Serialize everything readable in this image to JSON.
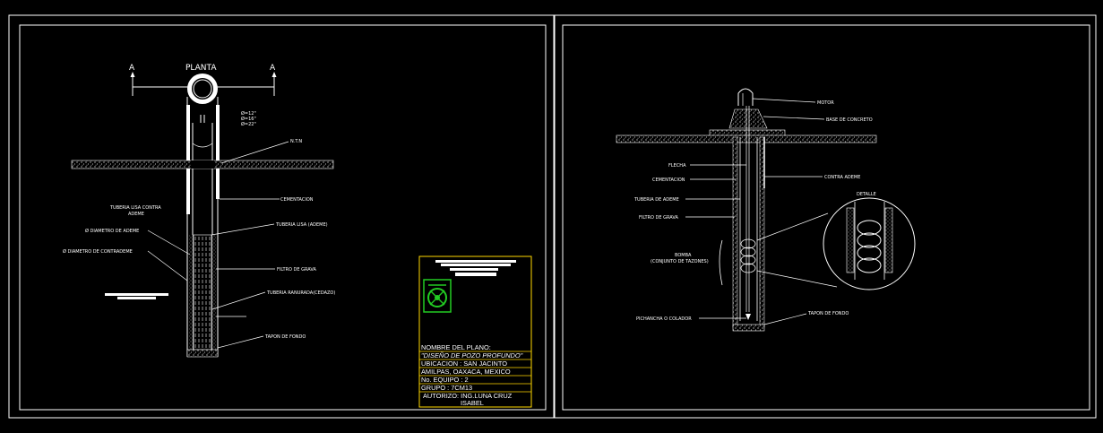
{
  "colors": {
    "background": "#000000",
    "line": "#ffffff",
    "title_block_border": "#ffd700",
    "logo": "#22cc22"
  },
  "left_sheet": {
    "plan_title": "PLANTA",
    "section_mark_left": "A",
    "section_mark_right": "A",
    "diameter_notes": [
      "Ø=12\"",
      "Ø=16\"",
      "Ø=22\""
    ],
    "labels": {
      "ntn": "N.T.N",
      "cementacion": "CEMENTACION",
      "tuberia_lisa_contra_line1": "TUBERIA LISA CONTRA",
      "tuberia_lisa_contra_line2": "ADEME",
      "diametro_ademe": "Ø DIAMETRO DE ADEME",
      "tuberia_lisa_ademe": "TUBERIA LISA (ADEME)",
      "diametro_contraademe": "Ø DIAMETRO DE CONTRADEME",
      "filtro_grava": "FILTRO DE GRAVA",
      "tuberia_ranurada": "TUBERIA RANURADA(CEDAZO)",
      "tapon_fondo": "TAPON DE FONDO"
    }
  },
  "title_block": {
    "nombre_label": "NOMBRE DEL PLANO:",
    "nombre_value": "\"DISEÑO DE POZO PROFUNDO\"",
    "ubicacion": "UBICACION : SAN JACINTO",
    "lugar": "AMILPAS, OAXACA, MEXICO",
    "equipo": "No. EQUIPO : 2",
    "grupo": "GRUPO : 7CM13",
    "autorizo_line1": "AUTORIZO: ING.LUNA  CRUZ",
    "autorizo_line2": "ISABEL"
  },
  "right_sheet": {
    "labels": {
      "motor": "MOTOR",
      "base_concreto": "BASE DE CONCRETO",
      "flecha": "FLECHA",
      "cementacion": "CEMENTACION",
      "contra_ademe": "CONTRA ADEME",
      "tuberia_ademe": "TUBERIA DE ADEME",
      "filtro_grava": "FILTRO DE GRAVA",
      "detalle": "DETALLE",
      "bomba_line1": "BOMBA",
      "bomba_line2": "(CONJUNTO DE TAZONES)",
      "pichancha": "PICHANCHA O COLADOR",
      "tapon_fondo": "TAPON DE FONDO"
    }
  }
}
